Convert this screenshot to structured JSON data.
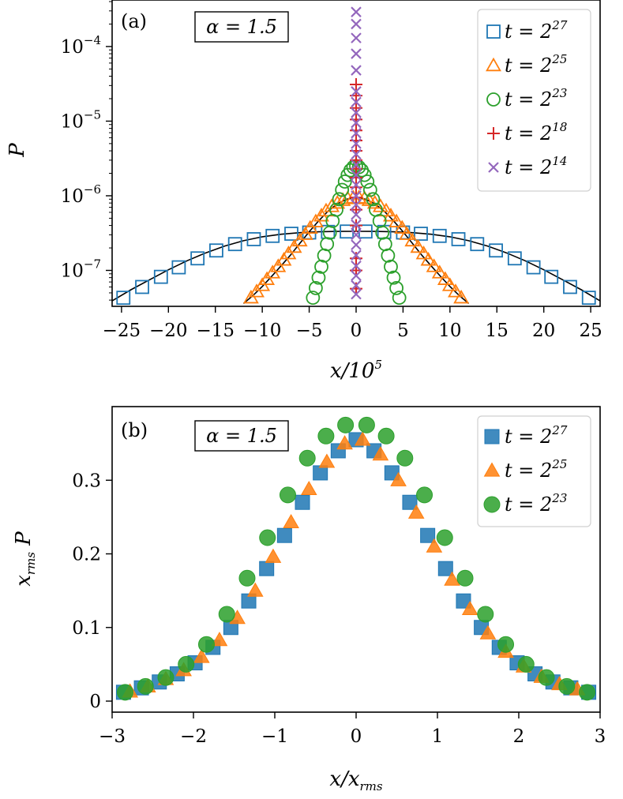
{
  "chart_data": [
    {
      "type": "scatter",
      "panel_label": "(a)",
      "annotation": "α = 1.5",
      "xlabel": "x/10^5",
      "ylabel": "P",
      "xlim": [
        -26,
        26
      ],
      "ylim": [
        3.3e-08,
        0.00042
      ],
      "yscale": "log",
      "grid": false,
      "legend_position": "top-right",
      "xticks": [
        -25,
        -20,
        -15,
        -10,
        -5,
        0,
        5,
        10,
        15,
        20,
        25
      ],
      "xtick_labels": [
        "−25",
        "−20",
        "−15",
        "−10",
        "−5",
        "0",
        "5",
        "10",
        "15",
        "20",
        "25"
      ],
      "yticks": [
        1e-07,
        1e-06,
        1e-05,
        0.0001
      ],
      "ytick_labels": [
        {
          "base": "10",
          "exp": "−7"
        },
        {
          "base": "10",
          "exp": "−6"
        },
        {
          "base": "10",
          "exp": "−5"
        },
        {
          "base": "10",
          "exp": "−4"
        }
      ],
      "legend": [
        {
          "prefix": "t = 2",
          "exp": "27",
          "marker": "square-open",
          "color": "#1f77b4"
        },
        {
          "prefix": "t = 2",
          "exp": "25",
          "marker": "triangle-open",
          "color": "#ff7f0e"
        },
        {
          "prefix": "t = 2",
          "exp": "23",
          "marker": "circle-open",
          "color": "#2ca02c"
        },
        {
          "prefix": "t = 2",
          "exp": "18",
          "marker": "plus",
          "color": "#d62728"
        },
        {
          "prefix": "t = 2",
          "exp": "14",
          "marker": "cross",
          "color": "#9467bd"
        }
      ],
      "series": [
        {
          "name": "t = 2^27",
          "marker": "square-open",
          "color": "#1f77b4",
          "x": [
            -24.8,
            -22.8,
            -20.8,
            -18.9,
            -16.9,
            -14.9,
            -12.9,
            -10.9,
            -8.9,
            -6.9,
            -5.0,
            -3.0,
            -1.0,
            1.0,
            3.0,
            5.0,
            6.9,
            8.9,
            10.9,
            12.9,
            14.9,
            16.9,
            18.9,
            20.8,
            22.8,
            24.8
          ],
          "y": [
            4.3e-08,
            6e-08,
            8.2e-08,
            1.1e-07,
            1.45e-07,
            1.85e-07,
            2.25e-07,
            2.62e-07,
            2.9e-07,
            3.1e-07,
            3.22e-07,
            3.28e-07,
            3.32e-07,
            3.32e-07,
            3.28e-07,
            3.22e-07,
            3.1e-07,
            2.9e-07,
            2.62e-07,
            2.25e-07,
            1.85e-07,
            1.45e-07,
            1.1e-07,
            8.2e-08,
            6e-08,
            4.3e-08
          ]
        },
        {
          "name": "t = 2^25",
          "marker": "triangle-open",
          "color": "#ff7f0e",
          "x": [
            -11.2,
            -10.6,
            -10.0,
            -9.5,
            -8.9,
            -8.3,
            -7.7,
            -7.2,
            -6.6,
            -6.0,
            -5.4,
            -4.9,
            -4.3,
            -3.7,
            -3.2,
            -2.6,
            -2.0,
            -1.4,
            -0.9,
            -0.3,
            0.3,
            0.9,
            1.4,
            2.0,
            2.6,
            3.2,
            3.7,
            4.3,
            4.9,
            5.4,
            6.0,
            6.6,
            7.2,
            7.7,
            8.3,
            8.9,
            9.5,
            10.0,
            10.6,
            11.2
          ],
          "y": [
            4.3e-08,
            5.2e-08,
            6.3e-08,
            7.6e-08,
            9.3e-08,
            1.13e-07,
            1.38e-07,
            1.68e-07,
            2.05e-07,
            2.5e-07,
            3.05e-07,
            3.7e-07,
            4.5e-07,
            5.4e-07,
            6.3e-07,
            7.2e-07,
            8e-07,
            8.7e-07,
            9.2e-07,
            9.4e-07,
            9.4e-07,
            9.2e-07,
            8.7e-07,
            8e-07,
            7.2e-07,
            6.3e-07,
            5.4e-07,
            4.5e-07,
            3.7e-07,
            3.05e-07,
            2.5e-07,
            2.05e-07,
            1.68e-07,
            1.38e-07,
            1.13e-07,
            9.3e-08,
            7.6e-08,
            6.3e-08,
            5.2e-08,
            4.3e-08
          ]
        },
        {
          "name": "t = 2^23",
          "marker": "circle-open",
          "color": "#2ca02c",
          "x": [
            -4.6,
            -4.3,
            -4.0,
            -3.7,
            -3.4,
            -3.1,
            -2.8,
            -2.5,
            -2.1,
            -1.8,
            -1.5,
            -1.2,
            -0.9,
            -0.6,
            -0.3,
            0.0,
            0.3,
            0.6,
            0.9,
            1.2,
            1.5,
            1.8,
            2.1,
            2.5,
            2.8,
            3.1,
            3.4,
            3.7,
            4.0,
            4.3,
            4.6
          ],
          "y": [
            4.3e-08,
            5.8e-08,
            8e-08,
            1.12e-07,
            1.58e-07,
            2.25e-07,
            3.2e-07,
            4.6e-07,
            6.5e-07,
            9e-07,
            1.2e-06,
            1.55e-06,
            1.9e-06,
            2.2e-06,
            2.42e-06,
            2.5e-06,
            2.42e-06,
            2.2e-06,
            1.9e-06,
            1.55e-06,
            1.2e-06,
            9e-07,
            6.5e-07,
            4.6e-07,
            3.2e-07,
            2.25e-07,
            1.58e-07,
            1.12e-07,
            8e-08,
            5.8e-08,
            4.3e-08
          ]
        },
        {
          "name": "t = 2^18",
          "marker": "plus",
          "color": "#d62728",
          "x": [
            0,
            0,
            0,
            0,
            0,
            0,
            0,
            0,
            0,
            0,
            0,
            0,
            0,
            0,
            0,
            0,
            0
          ],
          "y": [
            5.7e-08,
            1e-07,
            1.45e-07,
            4e-07,
            6.5e-07,
            9.5e-07,
            1.3e-06,
            1.75e-06,
            2.3e-06,
            3e-06,
            4e-06,
            5.5e-06,
            7.5e-06,
            1.05e-05,
            1.5e-05,
            2.2e-05,
            3.1e-05
          ]
        },
        {
          "name": "t = 2^14",
          "marker": "cross",
          "color": "#9467bd",
          "x": [
            0,
            0,
            0,
            0,
            0,
            0,
            0,
            0,
            0,
            0,
            0,
            0,
            0,
            0,
            0,
            0,
            0,
            0,
            0,
            0,
            0,
            0,
            0,
            0,
            0,
            0
          ],
          "y": [
            4.8e-08,
            6.3e-08,
            8.5e-08,
            1.15e-07,
            1.6e-07,
            2.2e-07,
            3e-07,
            4.1e-07,
            5.6e-07,
            7.6e-07,
            1e-06,
            1.4e-06,
            1.9e-06,
            2.6e-06,
            3.6e-06,
            5e-06,
            6.9e-06,
            9.5e-06,
            1.3e-05,
            1.8e-05,
            2.5e-05,
            4.8e-05,
            8e-05,
            0.00013,
            0.0002,
            0.00029
          ]
        }
      ],
      "reference_curve": {
        "name": "",
        "color": "#000000",
        "x": [
          -26,
          -24,
          -22,
          -20,
          -18,
          -16,
          -14,
          -12,
          -10,
          -8,
          -6,
          -4,
          -2,
          0,
          2,
          4,
          6,
          8,
          10,
          12,
          14,
          16,
          18,
          20,
          22,
          24,
          26
        ],
        "y": [
          3.9e-08,
          5.5e-08,
          7.5e-08,
          1.02e-07,
          1.35e-07,
          1.72e-07,
          2.12e-07,
          2.5e-07,
          2.82e-07,
          3.05e-07,
          3.2e-07,
          3.29e-07,
          3.33e-07,
          3.34e-07,
          3.33e-07,
          3.29e-07,
          3.2e-07,
          3.05e-07,
          2.82e-07,
          2.5e-07,
          2.12e-07,
          1.72e-07,
          1.35e-07,
          1.02e-07,
          7.5e-08,
          5.5e-08,
          3.9e-08
        ]
      },
      "reference_curve_2": {
        "name": "",
        "color": "#000000",
        "x": [
          -12,
          -11,
          -10,
          -9,
          -8,
          -7,
          -6,
          -5,
          -4,
          -3,
          -2,
          -1,
          0,
          1,
          2,
          3,
          4,
          5,
          6,
          7,
          8,
          9,
          10,
          11,
          12
        ],
        "y": [
          3.6e-08,
          4.6e-08,
          6.1e-08,
          8.3e-08,
          1.15e-07,
          1.6e-07,
          2.3e-07,
          3.3e-07,
          4.6e-07,
          6.2e-07,
          7.8e-07,
          9e-07,
          9.4e-07,
          9e-07,
          7.8e-07,
          6.2e-07,
          4.6e-07,
          3.3e-07,
          2.3e-07,
          1.6e-07,
          1.15e-07,
          8.3e-08,
          6.1e-08,
          4.6e-08,
          3.6e-08
        ]
      }
    },
    {
      "type": "scatter",
      "panel_label": "(b)",
      "annotation": "α = 1.5",
      "xlabel": "x/x_rms",
      "ylabel": "x_rms P",
      "xlim": [
        -3,
        3
      ],
      "ylim": [
        -0.015,
        0.4
      ],
      "grid": false,
      "legend_position": "top-right",
      "xticks": [
        -3,
        -2,
        -1,
        0,
        1,
        2,
        3
      ],
      "xtick_labels": [
        "−3",
        "−2",
        "−1",
        "0",
        "1",
        "2",
        "3"
      ],
      "yticks": [
        0,
        0.1,
        0.2,
        0.3
      ],
      "ytick_labels": [
        "0",
        "0.1",
        "0.2",
        "0.3"
      ],
      "legend": [
        {
          "prefix": "t = 2",
          "exp": "27",
          "marker": "square",
          "color": "#1f77b4"
        },
        {
          "prefix": "t = 2",
          "exp": "25",
          "marker": "triangle",
          "color": "#ff7f0e"
        },
        {
          "prefix": "t = 2",
          "exp": "23",
          "marker": "circle",
          "color": "#2ca02c"
        }
      ],
      "series": [
        {
          "name": "t = 2^27",
          "marker": "square",
          "color": "#1f77b4",
          "x": [
            -2.86,
            -2.64,
            -2.42,
            -2.2,
            -1.98,
            -1.76,
            -1.54,
            -1.32,
            -1.1,
            -0.88,
            -0.66,
            -0.44,
            -0.22,
            0.0,
            0.22,
            0.44,
            0.66,
            0.88,
            1.1,
            1.32,
            1.54,
            1.76,
            1.98,
            2.2,
            2.42,
            2.64,
            2.86
          ],
          "y": [
            0.012,
            0.018,
            0.026,
            0.037,
            0.052,
            0.073,
            0.1,
            0.136,
            0.18,
            0.225,
            0.27,
            0.31,
            0.34,
            0.355,
            0.34,
            0.31,
            0.27,
            0.225,
            0.18,
            0.136,
            0.1,
            0.073,
            0.052,
            0.037,
            0.026,
            0.018,
            0.012
          ]
        },
        {
          "name": "t = 2^25",
          "marker": "triangle",
          "color": "#ff7f0e",
          "x": [
            -2.78,
            -2.56,
            -2.34,
            -2.12,
            -1.9,
            -1.68,
            -1.46,
            -1.24,
            -1.02,
            -0.8,
            -0.58,
            -0.36,
            -0.14,
            0.08,
            0.3,
            0.52,
            0.74,
            0.96,
            1.18,
            1.4,
            1.62,
            1.84,
            2.06,
            2.28,
            2.5,
            2.72
          ],
          "y": [
            0.013,
            0.02,
            0.03,
            0.042,
            0.06,
            0.083,
            0.113,
            0.15,
            0.196,
            0.243,
            0.288,
            0.325,
            0.35,
            0.355,
            0.335,
            0.3,
            0.256,
            0.21,
            0.165,
            0.125,
            0.092,
            0.067,
            0.047,
            0.033,
            0.023,
            0.016
          ]
        },
        {
          "name": "t = 2^23",
          "marker": "circle",
          "color": "#2ca02c",
          "x": [
            -2.84,
            -2.59,
            -2.34,
            -2.09,
            -1.84,
            -1.59,
            -1.34,
            -1.09,
            -0.84,
            -0.6,
            -0.37,
            -0.13,
            0.13,
            0.37,
            0.6,
            0.84,
            1.09,
            1.34,
            1.59,
            1.84,
            2.09,
            2.34,
            2.59,
            2.84
          ],
          "y": [
            0.012,
            0.02,
            0.032,
            0.05,
            0.077,
            0.118,
            0.167,
            0.222,
            0.28,
            0.33,
            0.36,
            0.375,
            0.375,
            0.36,
            0.33,
            0.28,
            0.222,
            0.167,
            0.118,
            0.077,
            0.05,
            0.032,
            0.02,
            0.012
          ]
        }
      ]
    }
  ]
}
